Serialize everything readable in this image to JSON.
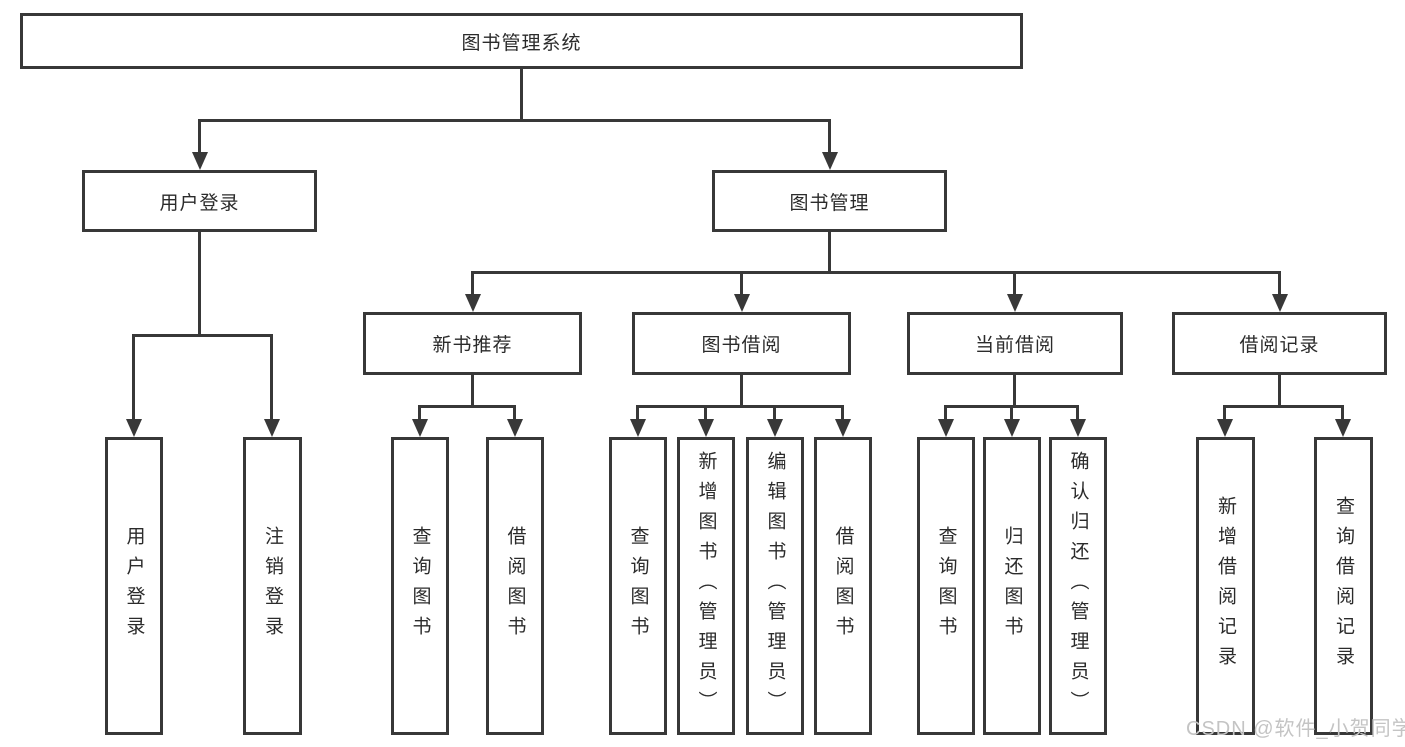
{
  "diagram": {
    "root": "图书管理系统",
    "level2": [
      "用户登录",
      "图书管理"
    ],
    "level3": [
      "新书推荐",
      "图书借阅",
      "当前借阅",
      "借阅记录"
    ],
    "leaves": [
      "用户登录",
      "注销登录",
      "查询图书",
      "借阅图书",
      "查询图书",
      "新增图书（管理员）",
      "编辑图书（管理员）",
      "借阅图书",
      "查询图书",
      "归还图书",
      "确认归还（管理员）",
      "新增借阅记录",
      "查询借阅记录"
    ],
    "watermark": "CSDN @软件_小贺同学",
    "colors": {
      "line": "#383838",
      "text": "#2b2b2b",
      "watermark": "#c4c4c4",
      "background": "#ffffff"
    }
  }
}
